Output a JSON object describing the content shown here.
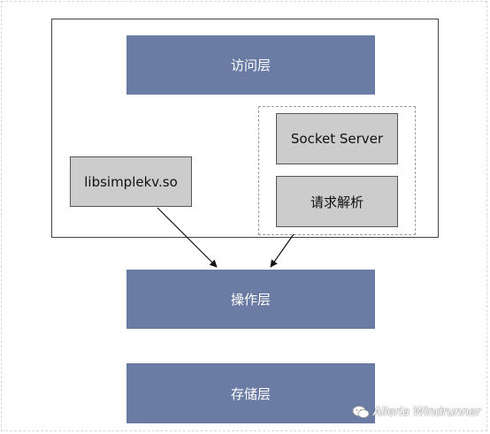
{
  "diagram": {
    "access_layer": "访问层",
    "socket_server": "Socket Server",
    "request_parse": "请求解析",
    "libsimplekv": "libsimplekv.so",
    "operation_layer": "操作层",
    "storage_layer": "存储层"
  },
  "watermark": {
    "text": "Alleria Windrunner",
    "icon": "wechat-icon"
  },
  "colors": {
    "layer_fill": "#6a7ba4",
    "box_fill": "#cccccc"
  }
}
